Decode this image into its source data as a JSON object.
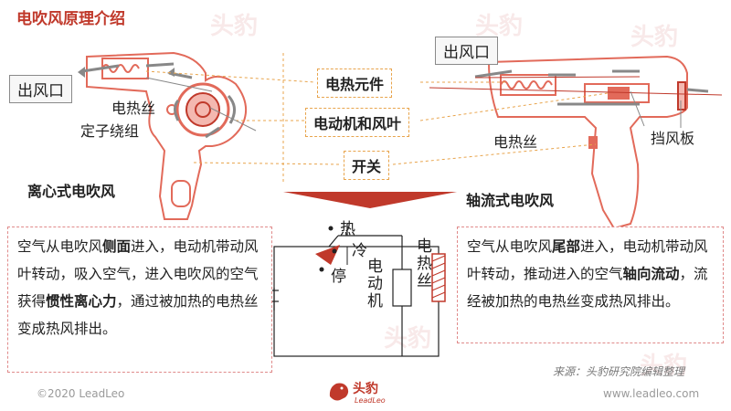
{
  "title": "电吹风原理介绍",
  "watermark_text": "头豹",
  "outlet_left": "出风口",
  "outlet_right": "出风口",
  "center_labels": {
    "heating_element": "电热元件",
    "motor_fan": "电动机和风叶",
    "switch": "开关"
  },
  "left_labels": {
    "heating_wire": "电热丝",
    "stator_winding": "定子绕组"
  },
  "right_labels": {
    "heating_wire": "电热丝",
    "baffle": "挡风板"
  },
  "left_type": "离心式电吹风",
  "right_type": "轴流式电吹风",
  "left_desc": [
    {
      "t": "空气从电吹风",
      "b": false
    },
    {
      "t": "侧面",
      "b": true
    },
    {
      "t": "进入，电动机带动风叶转动，吸入空气，进入电吹风的空气获得",
      "b": false
    },
    {
      "t": "惯性离心力",
      "b": true
    },
    {
      "t": "，通过被加热的电热丝变成热风排出。",
      "b": false
    }
  ],
  "right_desc": [
    {
      "t": "空气从电吹风",
      "b": false
    },
    {
      "t": "尾部",
      "b": true
    },
    {
      "t": "进入，电动机带动风叶转动，推动进入的空气",
      "b": false
    },
    {
      "t": "轴向流动",
      "b": true
    },
    {
      "t": "，流经被加热的电热丝变成热风排出。",
      "b": false
    }
  ],
  "circuit": {
    "hot": "热",
    "cold": "冷",
    "stop": "停",
    "motor": "电动机",
    "heater": "电热丝"
  },
  "source": "来源：头豹研究院编辑整理",
  "copyright": "©2020 LeadLeo",
  "website": "www.leadleo.com",
  "brand": {
    "name": "头豹",
    "sub": "LeadLeo"
  },
  "colors": {
    "accent": "#c0392b",
    "dashed": "#e8a44c",
    "device": "#e26a5a"
  }
}
